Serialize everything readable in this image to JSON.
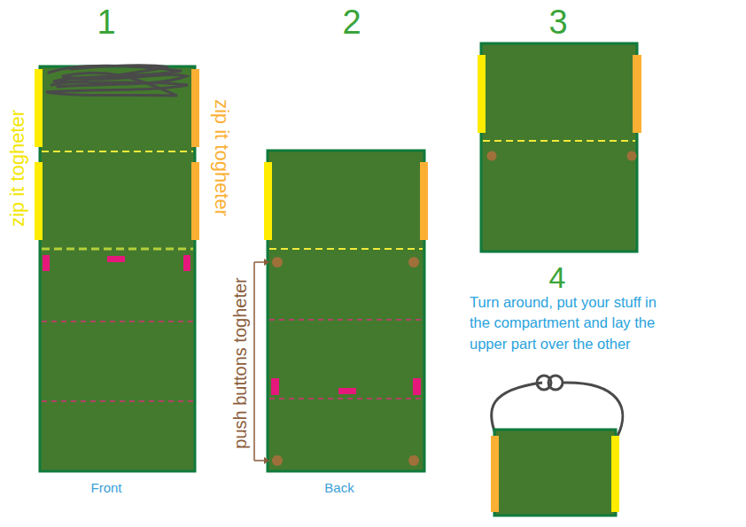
{
  "diagram": {
    "labels": [
      "1",
      "2",
      "3",
      "4",
      "zip it togheter",
      "zip it togheter",
      "push buttons togheter",
      "Front",
      "Back",
      "Turn around, put your stuff in the compartment and lay the upper part over the other"
    ]
  }
}
